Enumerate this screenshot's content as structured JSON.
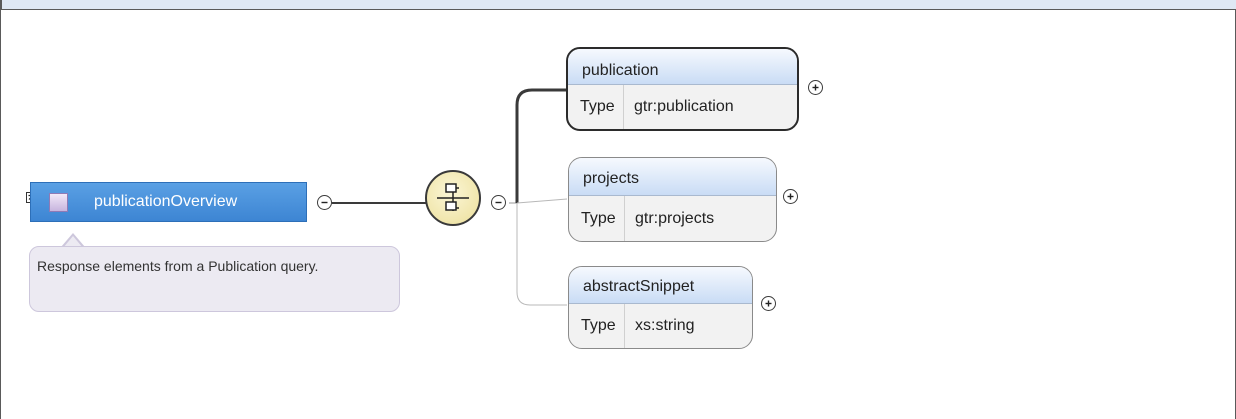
{
  "root": {
    "name": "publicationOverview",
    "documentation": "Response elements from a Publication query."
  },
  "children": [
    {
      "name": "publication",
      "type_label": "Type",
      "type_value": "gtr:publication"
    },
    {
      "name": "projects",
      "type_label": "Type",
      "type_value": "gtr:projects"
    },
    {
      "name": "abstractSnippet",
      "type_label": "Type",
      "type_value": "xs:string"
    }
  ],
  "colors": {
    "root_fill": "#3d85d3",
    "sequence_fill": "#ecdf9a",
    "node_header": "#c9dcf5",
    "annotation_fill": "#eceaf2"
  },
  "icons": {
    "collapse": "collapse-box-icon",
    "sequence": "sequence-compositor-icon",
    "expand": "plus-circle-icon",
    "collapse_toggle": "minus-circle-icon"
  }
}
